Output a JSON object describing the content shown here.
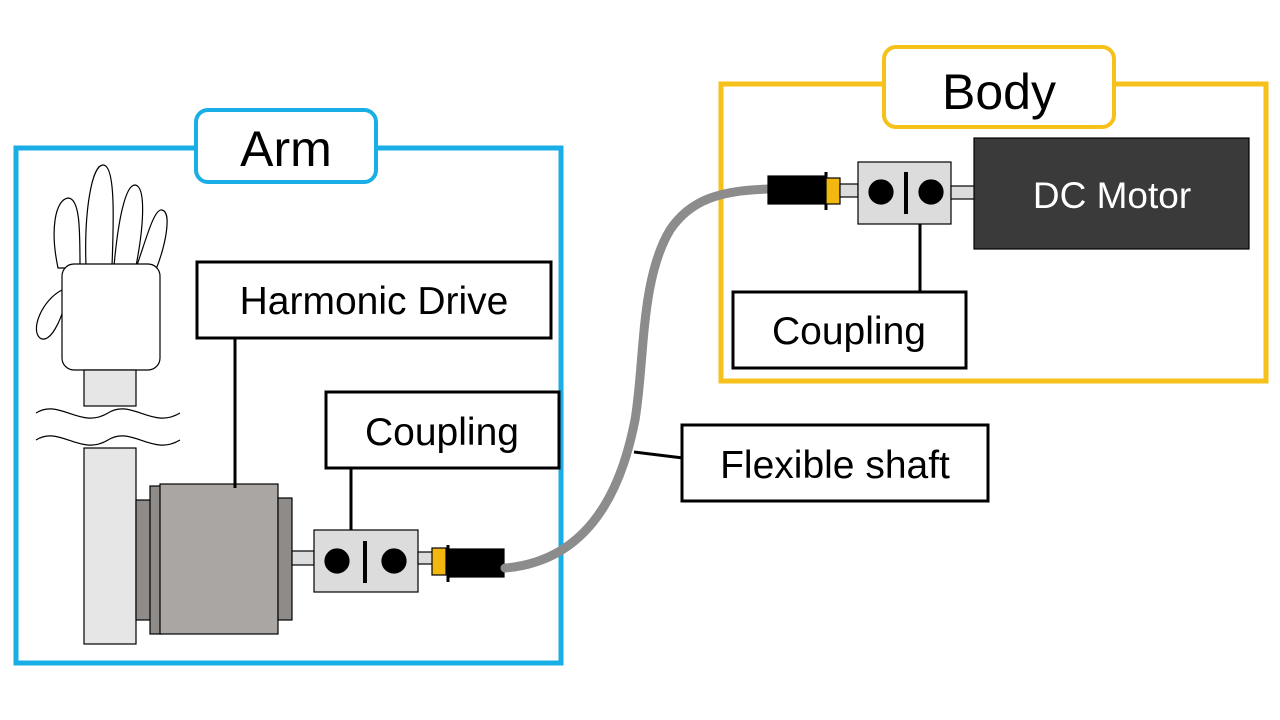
{
  "colors": {
    "arm_frame": "#1aaee6",
    "body_frame": "#f5c11a",
    "motor_fill": "#3a3a3a",
    "harmonic_drive_fill": "#aaa6a4",
    "shaft": "#8c8c8c",
    "coupling_fill": "#dcdcdc",
    "connector_tip": "#f2b80f"
  },
  "arm": {
    "title": "Arm"
  },
  "body": {
    "title": "Body"
  },
  "labels": {
    "harmonic_drive": "Harmonic Drive",
    "arm_coupling": "Coupling",
    "flexible_shaft": "Flexible shaft",
    "body_coupling": "Coupling",
    "dc_motor": "DC Motor"
  }
}
